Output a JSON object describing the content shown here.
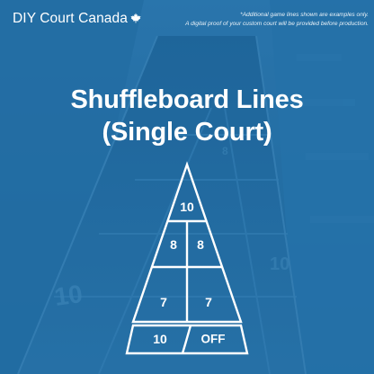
{
  "brand": {
    "name": "DIY Court Canada",
    "icon": "maple-leaf-icon"
  },
  "disclaimer": {
    "line1": "*Additional game lines shown are examples only.",
    "line2": "A digital proof of your custom court will be provided before production."
  },
  "headline": {
    "line1": "Shuffleboard Lines",
    "line2": "(Single Court)"
  },
  "diagram": {
    "top_zone": "10",
    "middle_left": "8",
    "middle_right": "8",
    "lower_left": "7",
    "lower_right": "7",
    "base_left": "10",
    "base_right": "OFF"
  },
  "background_numbers": {
    "left_large": "10",
    "right_large": "10",
    "top_small": "8"
  },
  "colors": {
    "overlay": "#1f6aa0",
    "text": "#ffffff"
  }
}
